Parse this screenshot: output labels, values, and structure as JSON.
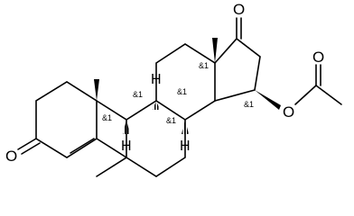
{
  "atoms": {
    "oxygen_ketone_a": "O",
    "oxygen_ketone_b": "O",
    "oxygen_ketone_c": "O",
    "oxygen_ester": "O"
  },
  "hydrogens": {
    "h_top": "H",
    "h_left": "H",
    "h_right": "H"
  },
  "stereo_labels": {
    "s1": "&1",
    "s2": "&1",
    "s3": "&1",
    "s4": "&1",
    "s5": "&1",
    "s6": "&1"
  }
}
